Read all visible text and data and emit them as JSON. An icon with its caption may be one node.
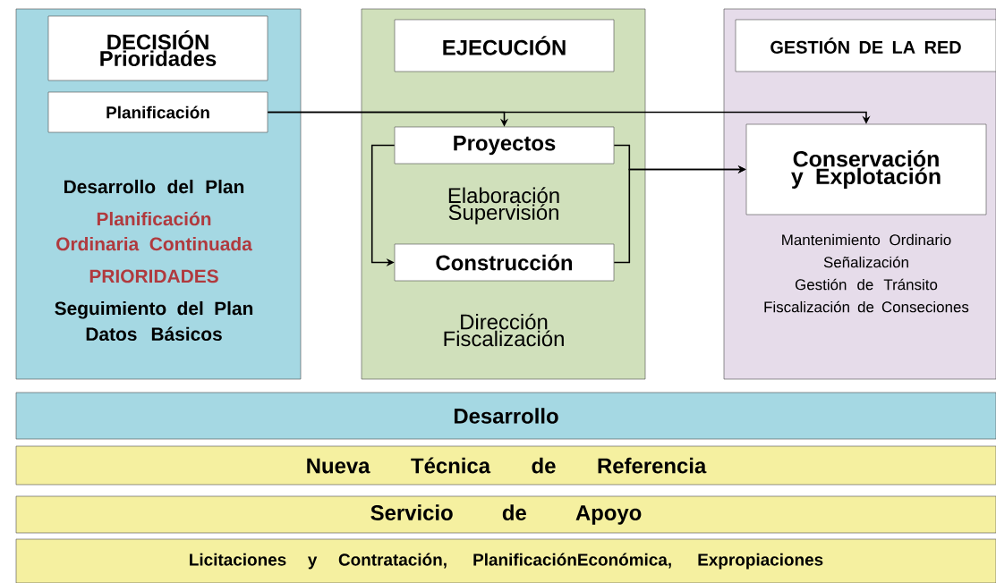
{
  "diagram": {
    "nodes": [
      {
        "text": [
          "Desarrollo del Plan",
          "Planificación Ordinaria Continuada",
          "PRIORIDADES",
          "Seguimiento del Plan",
          "Datos Básicos"
        ]
      },
      {
        "text": [
          "DECISIÓN Prioridades"
        ],
        "in": 0
      },
      {
        "text": [
          "Planificación"
        ],
        "in": 0
      },
      {
        "text": [],
        "shape": "box"
      },
      {
        "text": [
          "EJECUCIÓN"
        ],
        "in": 3
      },
      {
        "text": [
          "Proyectos"
        ],
        "in": 3,
        "beside": [
          "Elaboración Supervisión"
        ]
      },
      {
        "text": [
          "Construcción"
        ],
        "in": 3,
        "beside": [
          "Dirección Fiscalización"
        ]
      },
      {
        "text": [],
        "shape": "box"
      },
      {
        "text": [
          "GESTIÓN DE LA RED"
        ],
        "in": 7
      },
      {
        "text": [
          "Conservación y Explotación"
        ],
        "in": 7,
        "beside": [
          "Mantenimiento Ordinario",
          "Señalización",
          "Gestión de Tránsito",
          "Fiscalización de Conseciones"
        ]
      },
      {
        "text": [
          "Desarrollo"
        ]
      },
      {
        "text": [
          "Nueva Técnica de Referencia"
        ]
      },
      {
        "text": [
          "Servicio de Apoyo"
        ]
      },
      {
        "text": [
          "Licitaciones y Contratación, PlanificaciónEconómica, Expropiaciones"
        ]
      }
    ],
    "edges": [
      {
        "from": 2,
        "to": 5,
        "arrow": "to"
      },
      {
        "from": 2,
        "to": 9,
        "arrow": "to"
      },
      {
        "from": 5,
        "to": 6,
        "arrow": "to"
      },
      {
        "from": 5,
        "to": 9,
        "arrow": "to"
      },
      {
        "from": 6,
        "to": 9,
        "arrow": "to"
      }
    ]
  }
}
